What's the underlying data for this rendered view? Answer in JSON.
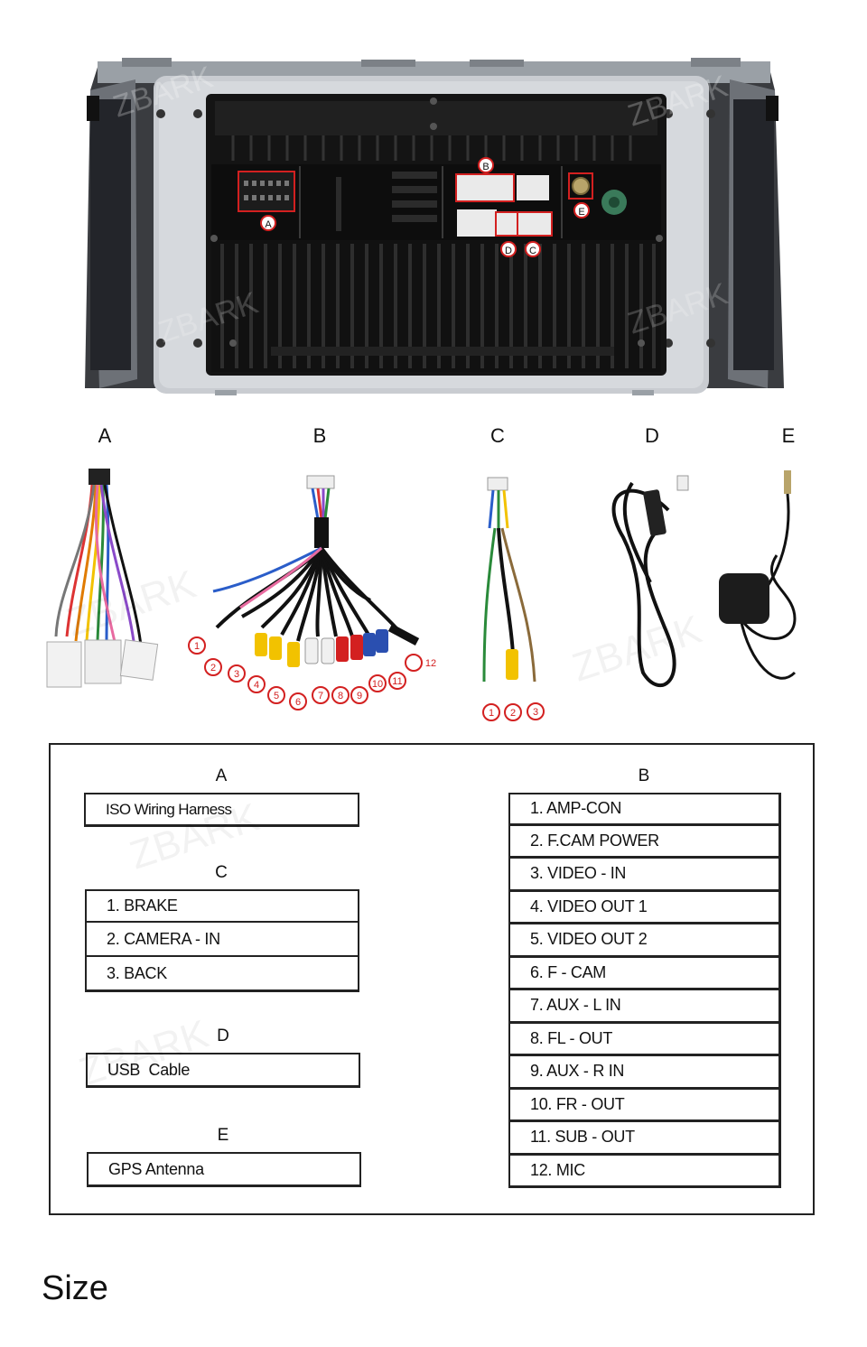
{
  "watermark": "ZBARK",
  "head_unit_markers": [
    "A",
    "B",
    "C",
    "D",
    "E"
  ],
  "cable_letters": [
    "A",
    "B",
    "C",
    "D",
    "E"
  ],
  "cable_b_numbers": [
    "1",
    "2",
    "3",
    "4",
    "5",
    "6",
    "7",
    "8",
    "9",
    "10",
    "11",
    "12"
  ],
  "cable_c_numbers": [
    "1",
    "2",
    "3"
  ],
  "legend": {
    "a": {
      "title": "A",
      "items": [
        "ISO Wiring Harness"
      ]
    },
    "c": {
      "title": "C",
      "items": [
        "1. BRAKE",
        "2. CAMERA - IN",
        "3. BACK"
      ]
    },
    "d": {
      "title": "D",
      "items": [
        "USB  Cable"
      ]
    },
    "e": {
      "title": "E",
      "items": [
        "GPS Antenna"
      ]
    },
    "b": {
      "title": "B",
      "items": [
        "1. AMP-CON",
        "2. F.CAM POWER",
        "3. VIDEO - IN",
        "4. VIDEO OUT 1",
        "5. VIDEO OUT 2",
        "6. F - CAM",
        "7. AUX - L IN",
        "8. FL - OUT",
        "9. AUX - R IN",
        "10. FR - OUT",
        "11. SUB - OUT",
        "12. MIC"
      ]
    }
  },
  "size_heading": "Size",
  "colors": {
    "marker_red": "#d32020",
    "frame_silver": "#c9ccd1",
    "body_black": "#141414"
  }
}
